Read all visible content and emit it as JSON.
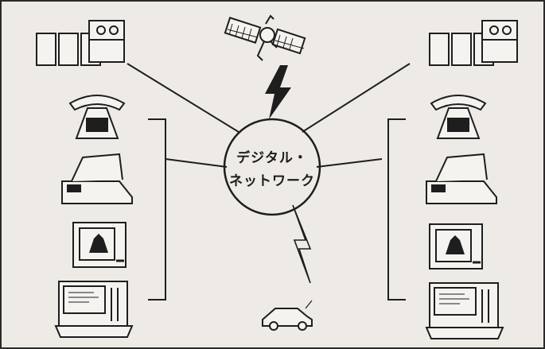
{
  "diagram": {
    "hub": {
      "line1": "デジタル・",
      "line2": "ネットワーク"
    },
    "nodes": [
      {
        "id": "satellite",
        "icon": "satellite-icon"
      },
      {
        "id": "computer-left",
        "icon": "mainframe-computer-icon"
      },
      {
        "id": "computer-right",
        "icon": "mainframe-computer-icon"
      },
      {
        "id": "car",
        "icon": "car-icon"
      },
      {
        "id": "telephone-left",
        "icon": "telephone-icon"
      },
      {
        "id": "fax-left",
        "icon": "fax-machine-icon"
      },
      {
        "id": "video-terminal-left",
        "icon": "video-display-icon"
      },
      {
        "id": "text-terminal-left",
        "icon": "computer-terminal-icon"
      },
      {
        "id": "telephone-right",
        "icon": "telephone-icon"
      },
      {
        "id": "fax-right",
        "icon": "fax-machine-icon"
      },
      {
        "id": "video-terminal-right",
        "icon": "video-display-icon"
      },
      {
        "id": "text-terminal-right",
        "icon": "computer-terminal-icon"
      }
    ],
    "links": [
      {
        "from": "hub",
        "to": "satellite",
        "style": "wireless"
      },
      {
        "from": "hub",
        "to": "car",
        "style": "wireless"
      },
      {
        "from": "hub",
        "to": "computer-left",
        "style": "line"
      },
      {
        "from": "hub",
        "to": "computer-right",
        "style": "line"
      },
      {
        "from": "hub",
        "to": "left-terminal-group",
        "style": "line"
      },
      {
        "from": "hub",
        "to": "right-terminal-group",
        "style": "line"
      }
    ]
  }
}
